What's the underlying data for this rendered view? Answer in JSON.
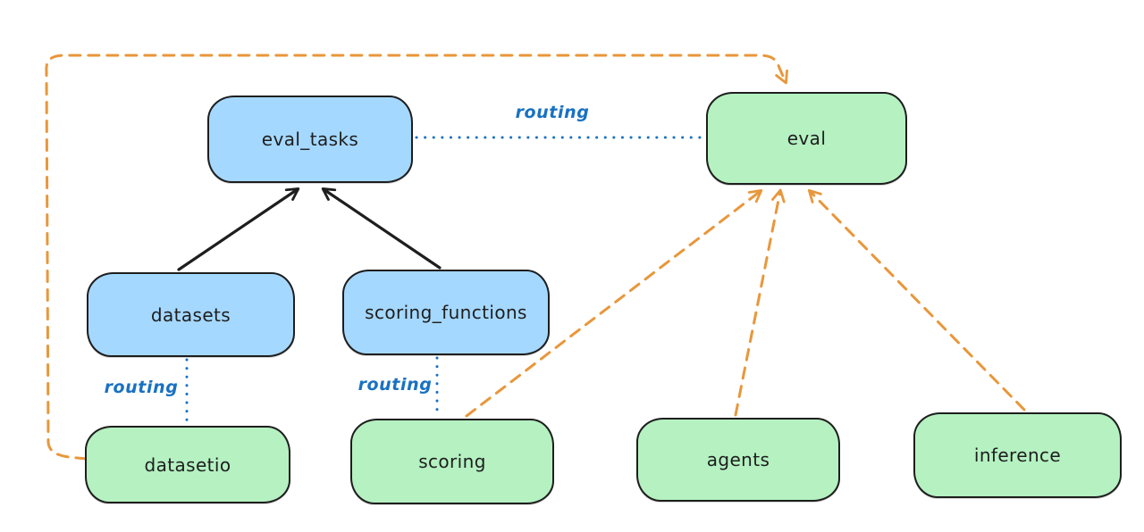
{
  "diagram_type": "architecture-graph",
  "colors": {
    "background": "#ffffff",
    "api_box_fill": "#a5d8ff",
    "provider_box_fill": "#b5f1c1",
    "box_stroke": "#1e1e1e",
    "solid_arrow": "#1e1e1e",
    "routing_blue": "#1971c2",
    "provider_arrow_orange": "#e8973b"
  },
  "nodes": [
    {
      "id": "eval_tasks",
      "label": "eval_tasks",
      "type": "api"
    },
    {
      "id": "eval",
      "label": "eval",
      "type": "provider"
    },
    {
      "id": "datasets",
      "label": "datasets",
      "type": "api"
    },
    {
      "id": "scoring_functions",
      "label": "scoring_functions",
      "type": "api"
    },
    {
      "id": "datasetio",
      "label": "datasetio",
      "type": "provider"
    },
    {
      "id": "scoring",
      "label": "scoring",
      "type": "provider"
    },
    {
      "id": "agents",
      "label": "agents",
      "type": "provider"
    },
    {
      "id": "inference",
      "label": "inference",
      "type": "provider"
    }
  ],
  "edges": [
    {
      "from": "datasets",
      "to": "eval_tasks",
      "style": "solid",
      "color": "black",
      "arrow": true,
      "label": ""
    },
    {
      "from": "scoring_functions",
      "to": "eval_tasks",
      "style": "solid",
      "color": "black",
      "arrow": true,
      "label": ""
    },
    {
      "from": "eval_tasks",
      "to": "eval",
      "style": "dotted",
      "color": "blue",
      "arrow": false,
      "label": "routing"
    },
    {
      "from": "datasets",
      "to": "datasetio",
      "style": "dotted",
      "color": "blue",
      "arrow": false,
      "label": "routing"
    },
    {
      "from": "scoring_functions",
      "to": "scoring",
      "style": "dotted",
      "color": "blue",
      "arrow": false,
      "label": "routing"
    },
    {
      "from": "scoring",
      "to": "eval",
      "style": "dashed",
      "color": "orange",
      "arrow": true,
      "label": ""
    },
    {
      "from": "agents",
      "to": "eval",
      "style": "dashed",
      "color": "orange",
      "arrow": true,
      "label": ""
    },
    {
      "from": "inference",
      "to": "eval",
      "style": "dashed",
      "color": "orange",
      "arrow": true,
      "label": ""
    },
    {
      "from": "datasetio",
      "to": "eval",
      "style": "dashed",
      "color": "orange",
      "arrow": true,
      "label": "",
      "route": "around-left-and-top"
    }
  ]
}
